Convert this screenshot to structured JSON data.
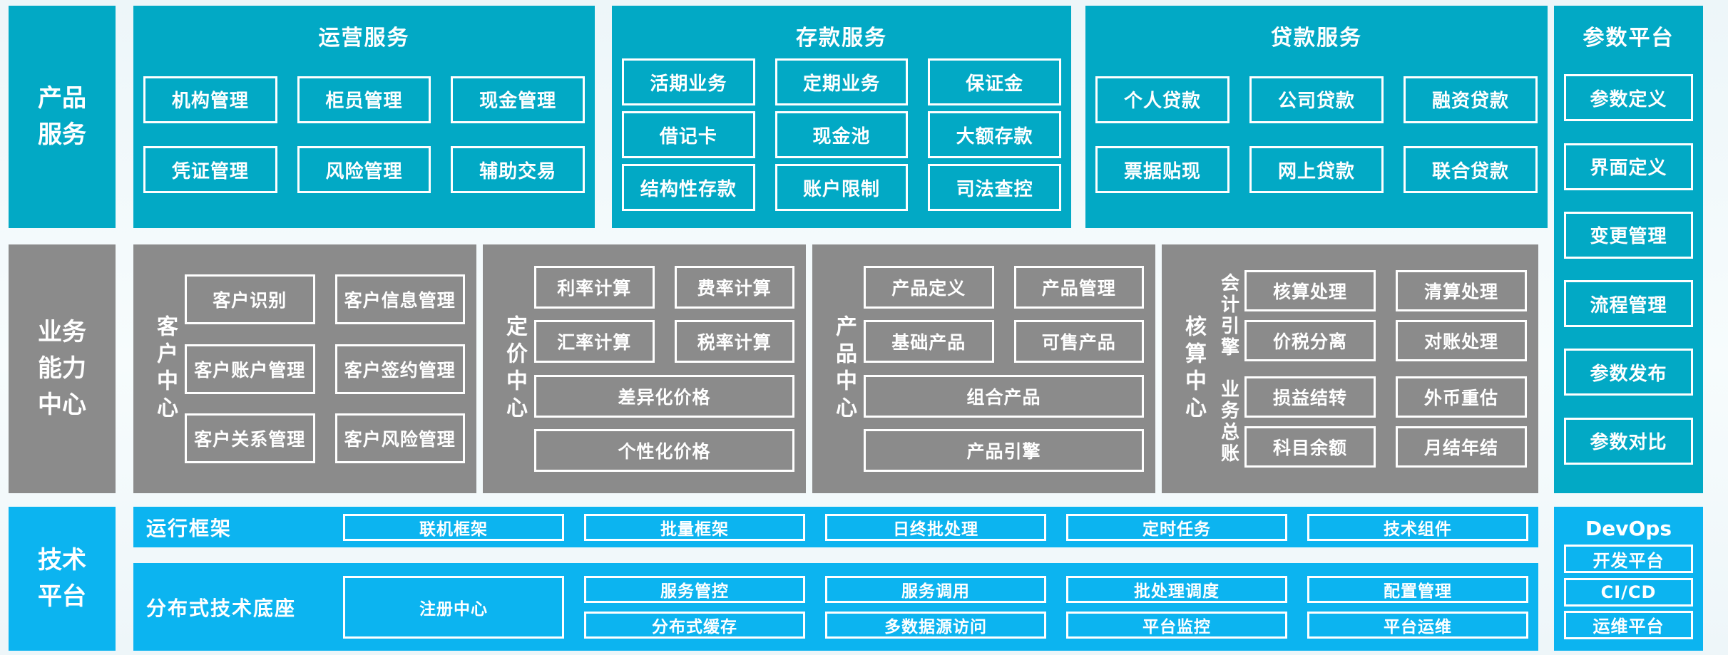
{
  "colors": {
    "teal": "#02a9c5",
    "gray": "#8b8b8b",
    "blue": "#0cb4f0",
    "box_border": "#ffffff"
  },
  "left_labels": {
    "product": "产品服务",
    "business": "业务能力中心",
    "tech": "技术平台"
  },
  "top_sections": [
    {
      "title": "运营服务",
      "rows": [
        [
          "机构管理",
          "柜员管理",
          "现金管理"
        ],
        [
          "凭证管理",
          "风险管理",
          "辅助交易"
        ]
      ]
    },
    {
      "title": "存款服务",
      "rows": [
        [
          "活期业务",
          "定期业务",
          "保证金"
        ],
        [
          "借记卡",
          "现金池",
          "大额存款"
        ],
        [
          "结构性存款",
          "账户限制",
          "司法查控"
        ]
      ]
    },
    {
      "title": "贷款服务",
      "rows": [
        [
          "个人贷款",
          "公司贷款",
          "融资贷款"
        ],
        [
          "票据贴现",
          "网上贷款",
          "联合贷款"
        ]
      ]
    }
  ],
  "parameter_platform": {
    "title": "参数平台",
    "items": [
      "参数定义",
      "界面定义",
      "变更管理",
      "流程管理",
      "参数发布",
      "参数对比"
    ]
  },
  "capability_sections": [
    {
      "label": "客户中心",
      "rows": [
        [
          "客户识别",
          "客户信息管理"
        ],
        [
          "客户账户管理",
          "客户签约管理"
        ],
        [
          "客户关系管理",
          "客户风险管理"
        ]
      ]
    },
    {
      "label": "定价中心",
      "rows": [
        [
          "利率计算",
          "费率计算"
        ],
        [
          "汇率计算",
          "税率计算"
        ]
      ],
      "wide": [
        "差异化价格",
        "个性化价格"
      ]
    },
    {
      "label": "产品中心",
      "rows": [
        [
          "产品定义",
          "产品管理"
        ],
        [
          "基础产品",
          "可售产品"
        ]
      ],
      "wide": [
        "组合产品",
        "产品引擎"
      ]
    },
    {
      "label": "核算中心",
      "groups": [
        {
          "label": "会计引擎",
          "rows": [
            [
              "核算处理",
              "清算处理"
            ],
            [
              "价税分离",
              "对账处理"
            ]
          ]
        },
        {
          "label": "业务总账",
          "rows": [
            [
              "损益结转",
              "外币重估"
            ],
            [
              "科目余额",
              "月结年结"
            ]
          ]
        }
      ]
    }
  ],
  "tech_platform": {
    "running": {
      "label": "运行框架",
      "items": [
        "联机框架",
        "批量框架",
        "日终批处理",
        "定时任务",
        "技术组件"
      ]
    },
    "distributed": {
      "label": "分布式技术底座",
      "registry": "注册中心",
      "columns": [
        [
          "服务管控",
          "分布式缓存"
        ],
        [
          "服务调用",
          "多数据源访问"
        ],
        [
          "批处理调度",
          "平台监控"
        ],
        [
          "配置管理",
          "平台运维"
        ]
      ]
    },
    "devops": {
      "title": "DevOps",
      "items": [
        "开发平台",
        "CI/CD",
        "运维平台"
      ]
    }
  }
}
